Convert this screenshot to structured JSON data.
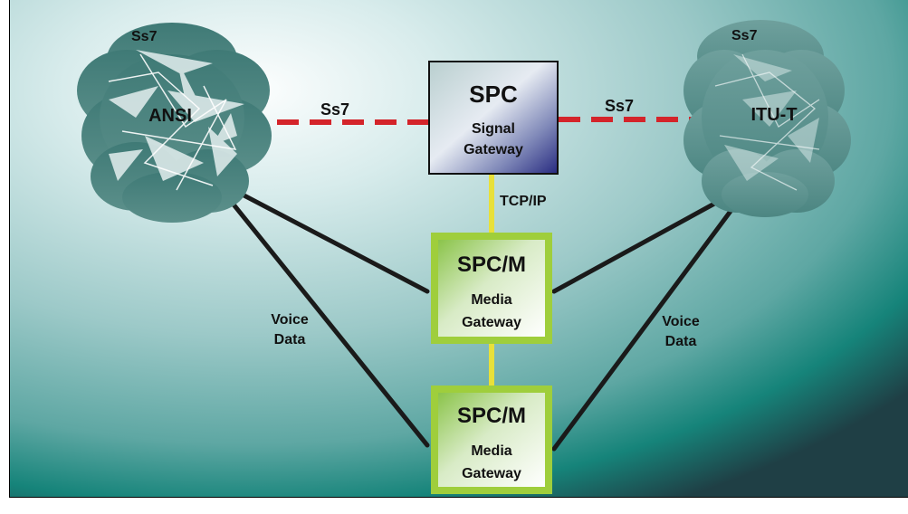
{
  "diagram": {
    "left_network": {
      "label": "ANSI",
      "protocol_label": "Ss7"
    },
    "right_network": {
      "label": "ITU-T",
      "protocol_label": "Ss7"
    },
    "signal_gateway": {
      "title": "SPC",
      "line1": "Signal",
      "line2": "Gateway"
    },
    "link_left_label": "Ss7",
    "link_right_label": "Ss7",
    "tcpip_label": "TCP/IP",
    "media_gateway_top": {
      "title": "SPC/M",
      "line1": "Media",
      "line2": "Gateway"
    },
    "media_gateway_bottom": {
      "title": "SPC/M",
      "line1": "Media",
      "line2": "Gateway"
    },
    "voice_left": {
      "line1": "Voice",
      "line2": "Data"
    },
    "voice_right": {
      "line1": "Voice",
      "line2": "Data"
    },
    "colors": {
      "ss7_link": "#d4242a",
      "tcpip_link": "#e8e03a",
      "voice_link": "#1a1a1a",
      "media_gateway_border": "#9fce3c",
      "background_dark": "#1f4f4f"
    }
  }
}
